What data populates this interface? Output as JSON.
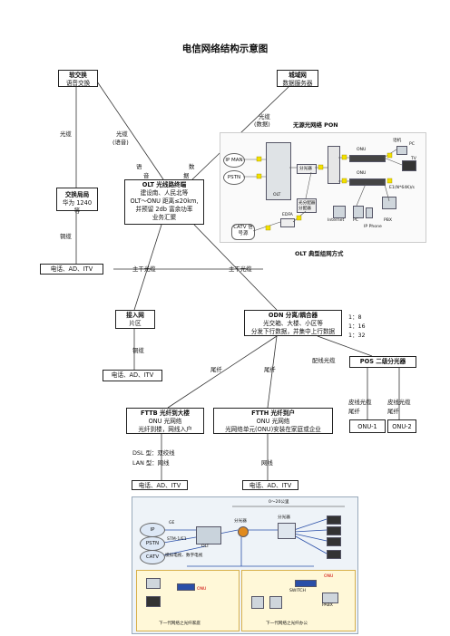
{
  "title": "电信网络结构示意图",
  "nodes": {
    "softswitch": {
      "title": "软交换",
      "line1": "语音交换"
    },
    "metro": {
      "title": "城域网",
      "line1": "数据服务器"
    },
    "exchange": {
      "title": "交换局局",
      "line1": "华为 1240 等"
    },
    "olt": {
      "title": "OLT 光线路终端",
      "line1": "建设南、人民北等",
      "line2": "OLT～ONU 距离≤20km,",
      "line3": "并预留 2db 富余功率",
      "line4": "业务汇聚"
    },
    "phone_left": {
      "text": "电话、AD、ITV"
    },
    "access": {
      "title": "接入网",
      "line1": "片区"
    },
    "phone_access": {
      "text": "电话、AD、ITV"
    },
    "odn": {
      "title": "ODN 分离/耦合器",
      "line1": "光交箱、大楼、小区等",
      "line2": "分发下行数据，并集中上行数据"
    },
    "pos": {
      "title": "POS 二级分光器"
    },
    "fttb": {
      "title": "FTTB 光纤到大楼",
      "line1": "ONU 光网络",
      "line2": "光纤到楼，网线入户"
    },
    "ftth": {
      "title": "FTTH 光纤到户",
      "line1": "ONU 光网络",
      "line2": "光网络单元(ONU)安装在家庭或企业"
    },
    "onu1": {
      "text": "ONU-1"
    },
    "onu2": {
      "text": "ONU-2"
    },
    "phone_fttb": {
      "text": "电话、AD、ITV"
    },
    "phone_ftth": {
      "text": "电话、AD、ITV"
    }
  },
  "edge_labels": {
    "fiber_left": "光缆",
    "fiber_mid": "光缆",
    "fiber_mid_voice": "(语音)",
    "fiber_right": "光缆",
    "fiber_right_data": "(数据)",
    "voice": "语",
    "voice2": "音",
    "data": "数",
    "data2": "据",
    "copper_left": "铜缆",
    "trunk_left": "主干光缆",
    "trunk_right": "主干光缆",
    "copper_access": "铜缆",
    "tail_left": "尾纤",
    "tail_right": "尾纤",
    "distribution": "配线光缆",
    "split_ratio": [
      "1：8",
      "1：16",
      "1：32"
    ],
    "drop_left": "皮线光缆",
    "drop_left2": "尾纤",
    "drop_right": "皮线光缆",
    "drop_right2": "尾纤",
    "dsl": "DSL 型：双绞线",
    "lan": "LAN 型：网线",
    "network_cable": "网线"
  },
  "pon_figure": {
    "title": "无源光网络 PON",
    "caption": "OLT 典型组网方式",
    "labels": {
      "ipman": "IP MAN",
      "pstn": "PSTN",
      "catv": "CATV 信号源",
      "olt": "OLT",
      "splitter": "分光器",
      "onu_top": "ONU",
      "onu_mid": "ONU",
      "edfa": "EDFA",
      "internet": "Internet",
      "pc_mid": "PC",
      "ipphone": "IP Phone",
      "pbx": "PBX",
      "phone": "话机",
      "pc_right": "PC",
      "tv": "TV",
      "e1": "E1(N*64K)/s",
      "splitter_box": "光分配器",
      "splitter_box2": "分配器"
    }
  },
  "bottom_figure": {
    "distance": "0～20公里",
    "labels": {
      "ip": "IP",
      "pstn": "PSTN",
      "catv": "CATV",
      "ge": "GE",
      "stm": "STM-1/E1",
      "olt": "OLT",
      "splitter": "分光器",
      "splitter2": "分光器",
      "tv_note": "模拟电视、数字电视",
      "onu_left": "ONU",
      "onu_right": "ONU",
      "switch": "SWITCH",
      "pabx": "PABX",
      "caption_left": "下一代网络之光纤家庭",
      "caption_right": "下一代网络之光纤办公"
    }
  },
  "colors": {
    "fiber": "#333333",
    "accent_blue": "#2a4fa8",
    "accent_orange": "#e08a1e",
    "yellow": "#f2e000"
  }
}
